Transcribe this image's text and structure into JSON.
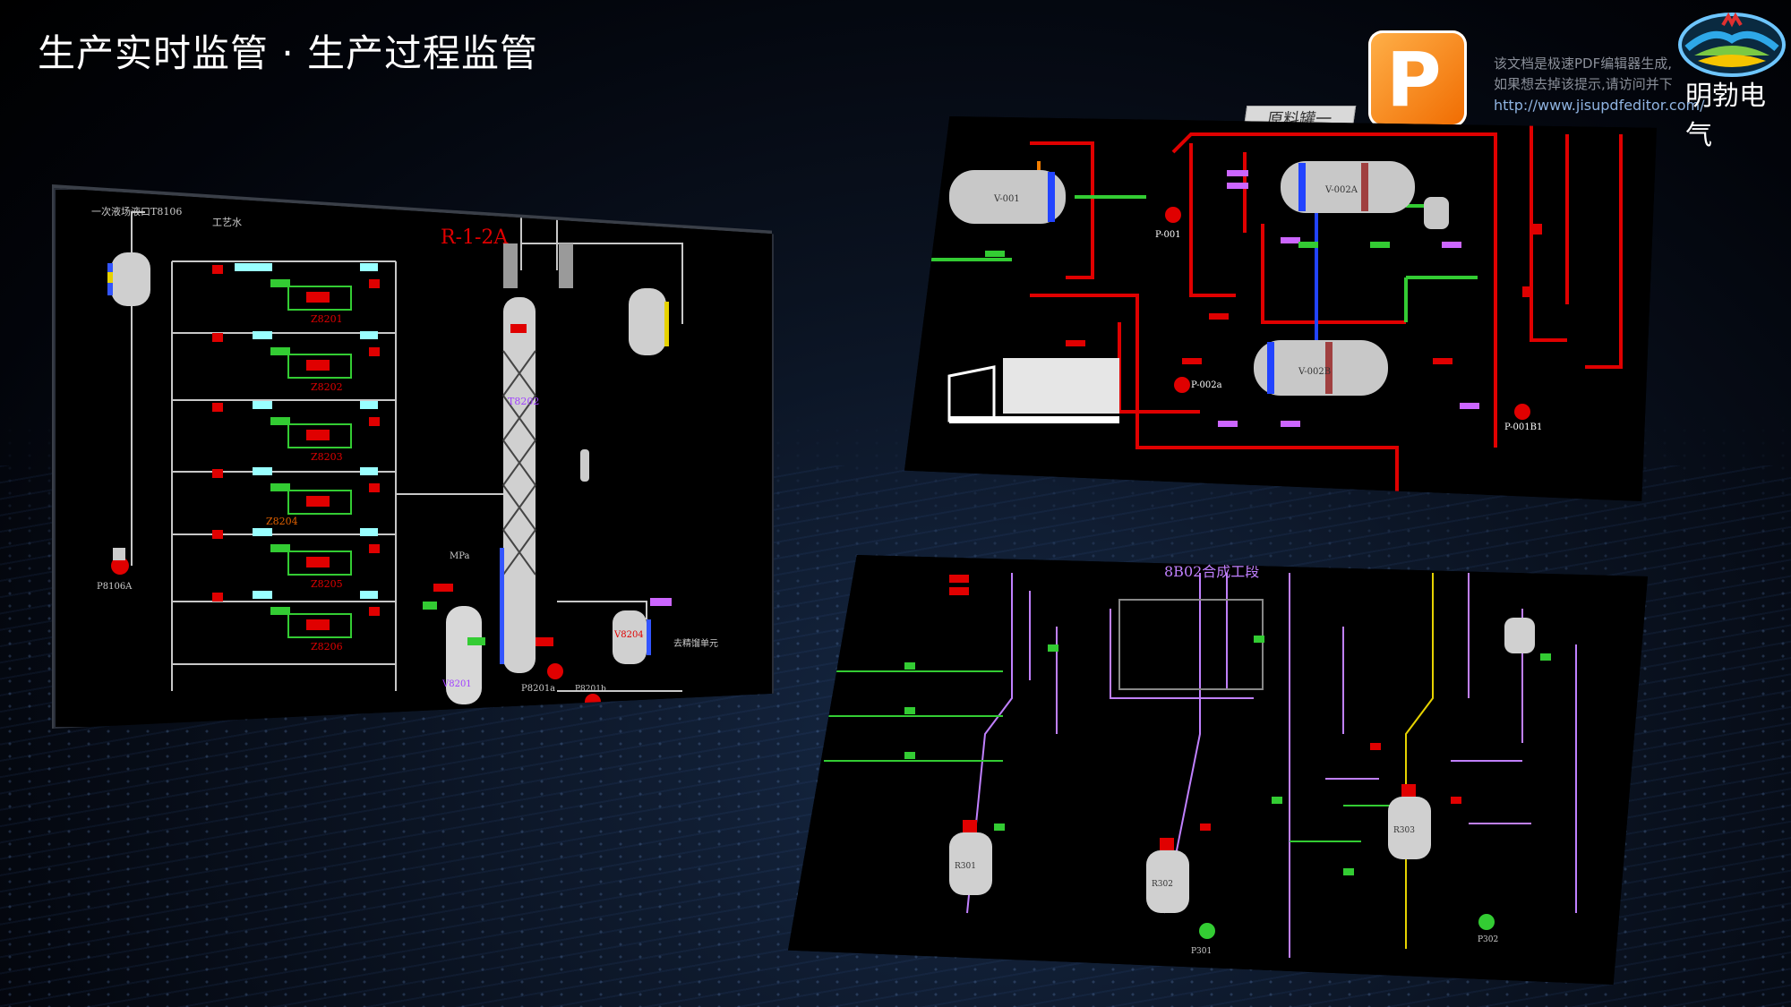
{
  "page": {
    "title": "生产实时监管 · 生产过程监管"
  },
  "watermark": {
    "line1": "该文档是极速PDF编辑器生成,",
    "line2": "如果想去掉该提示,请访问并下",
    "url": "http://www.jisupdfeditor.com/"
  },
  "brand": {
    "name": "明勃电气"
  },
  "screens": {
    "left": {
      "title": "R-1-2A",
      "labels": {
        "inlet": "一次液场液口T8106",
        "process": "工艺水",
        "reactor1": "Z8201",
        "reactor2": "Z8202",
        "reactor3": "Z8203",
        "reactor4": "Z8204",
        "reactor5": "Z8205",
        "reactor6": "Z8206",
        "tower": "T8202",
        "pump": "P8106A",
        "pump2": "P8201a",
        "pump3": "P8201b",
        "tank1": "V8201",
        "tank2": "V8204",
        "unit": "MPa",
        "outlet": "去精馏单元"
      }
    },
    "top_right": {
      "tag": "原料罐一",
      "labels": {
        "tank_a": "V-001",
        "tank_b": "V-002A",
        "tank_c": "V-002B",
        "pump_a": "P-001",
        "pump_b": "P-002a",
        "pump_c": "P-001B1"
      }
    },
    "bottom_right": {
      "title": "8B02合成工段",
      "labels": {
        "reactor_a": "R301",
        "reactor_b": "R302",
        "reactor_c": "R303",
        "pump_a": "P301",
        "pump_b": "P302"
      }
    }
  },
  "colors": {
    "pipe_red": "#e00000",
    "pipe_green": "#33cc33",
    "pipe_blue": "#2244ff",
    "pipe_yellow": "#e6d200",
    "pipe_purple": "#c080ff",
    "accent_orange": "#f07d00"
  }
}
